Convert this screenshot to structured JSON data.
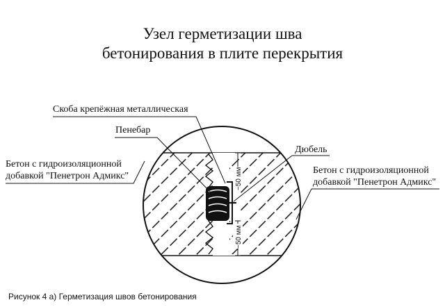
{
  "title": {
    "line1": "Узел герметизации шва",
    "line2": "бетонирования в плите перекрытия"
  },
  "labels": {
    "bracket": "Скоба крепёжная металлическая",
    "penebar": "Пенебар",
    "dowel": "Дюбель",
    "concrete_left_1": "Бетон с гидроизоляционной",
    "concrete_left_2": "добавкой \"Пенетрон Адмикс\"",
    "concrete_right_1": "Бетон с гидроизоляционной",
    "concrete_right_2": "добавкой \"Пенетрон Адмикс\""
  },
  "dimensions": {
    "upper": "~50 мм",
    "lower": "~50 мм"
  },
  "caption": "Рисунок 4 а) Герметизация швов бетонирования"
}
